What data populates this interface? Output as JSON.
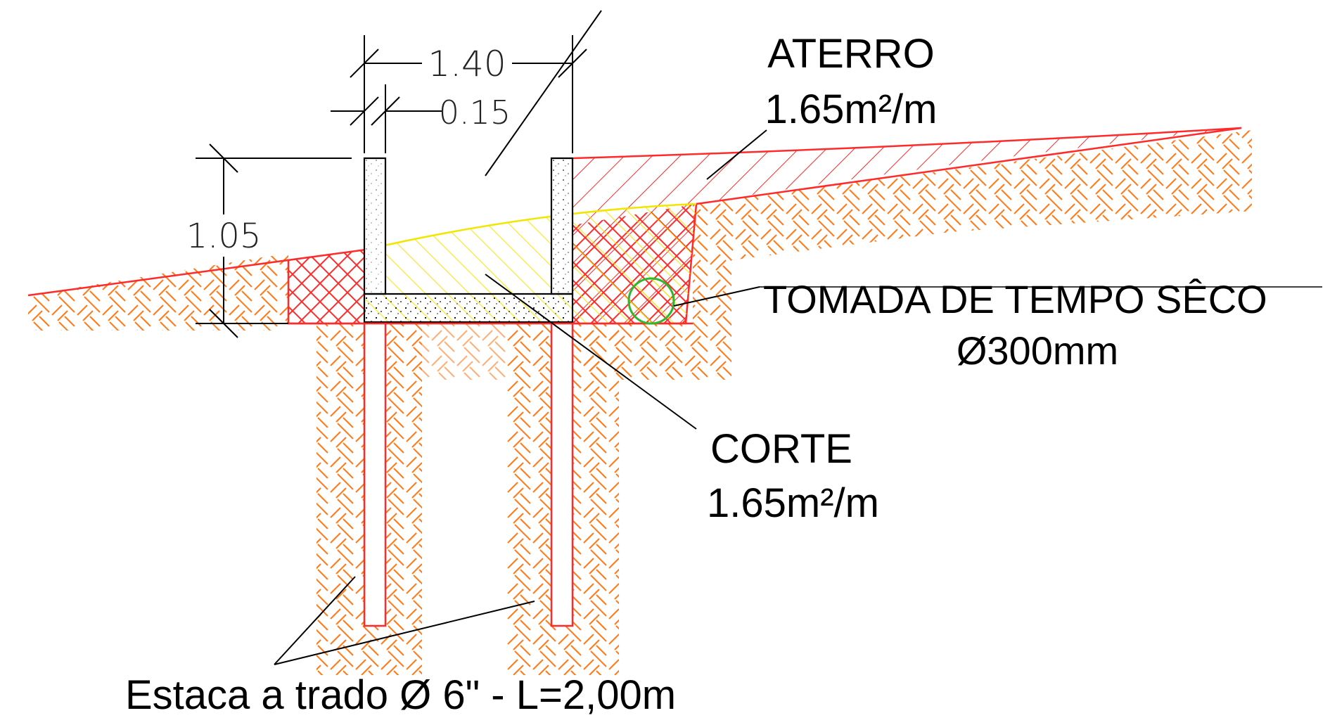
{
  "labels": {
    "aterro_title": "ATERRO",
    "aterro_area": "1.65m²/m",
    "corte_title": "CORTE",
    "corte_area": "1.65m²/m",
    "tomada_title": "TOMADA DE TEMPO SÊCO",
    "tomada_diameter": "Ø300mm",
    "estaca": "Estaca a trado Ø 6\" - L=2,00m"
  },
  "dimensions": {
    "width_total": "1.40",
    "wall_thickness": "0.15",
    "height": "1.05"
  },
  "colors": {
    "soil_hatch": "#ff7a1a",
    "fill_hatch": "#ff2a2a",
    "cut_hatch": "#f2e600",
    "pipe": "#2db82d",
    "concrete_dots": "#000000"
  }
}
